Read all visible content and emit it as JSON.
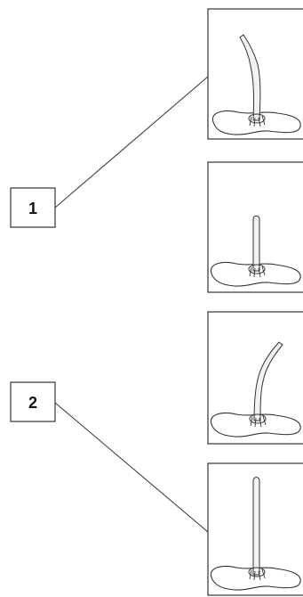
{
  "labels": [
    {
      "id": "label-1",
      "text": "1"
    },
    {
      "id": "label-2",
      "text": "2"
    }
  ],
  "panels": [
    {
      "id": "panel-1",
      "stem": "bent-tall"
    },
    {
      "id": "panel-2",
      "stem": "straight-short"
    },
    {
      "id": "panel-3",
      "stem": "bent-medium"
    },
    {
      "id": "panel-4",
      "stem": "straight-tall"
    }
  ],
  "connections": [
    {
      "from": "label-1",
      "to": "panel-1"
    },
    {
      "from": "label-2",
      "to": "panel-4"
    }
  ],
  "colors": {
    "line": "#333333",
    "fill": "#ffffff",
    "stem_fill": "#f2f2f2"
  }
}
